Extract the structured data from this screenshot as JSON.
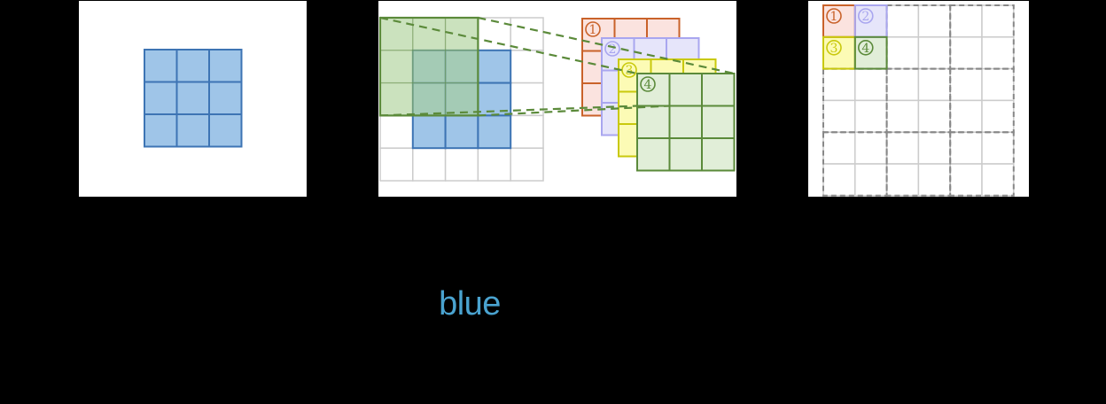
{
  "caption": {
    "text": "blue",
    "color": "#4aa3d0"
  },
  "colors": {
    "background": "#000000",
    "panel": "#ffffff",
    "blue_fill": "#9fc5e8",
    "blue_stroke": "#3d74b4",
    "grid_gray": "#cccccc",
    "dash_gray": "#888888",
    "orange_fill": "#fbe3df",
    "orange_stroke": "#c9622a",
    "purple_fill": "#e6e5fa",
    "purple_stroke": "#a9a6ef",
    "yellow_fill": "#fcfbb5",
    "yellow_stroke": "#c9c90c",
    "green_fill": "#e1eed8",
    "green_fill_dark": "#a9cf93",
    "green_stroke": "#5b8a3a"
  },
  "filter_labels": [
    "1",
    "2",
    "3",
    "4"
  ]
}
